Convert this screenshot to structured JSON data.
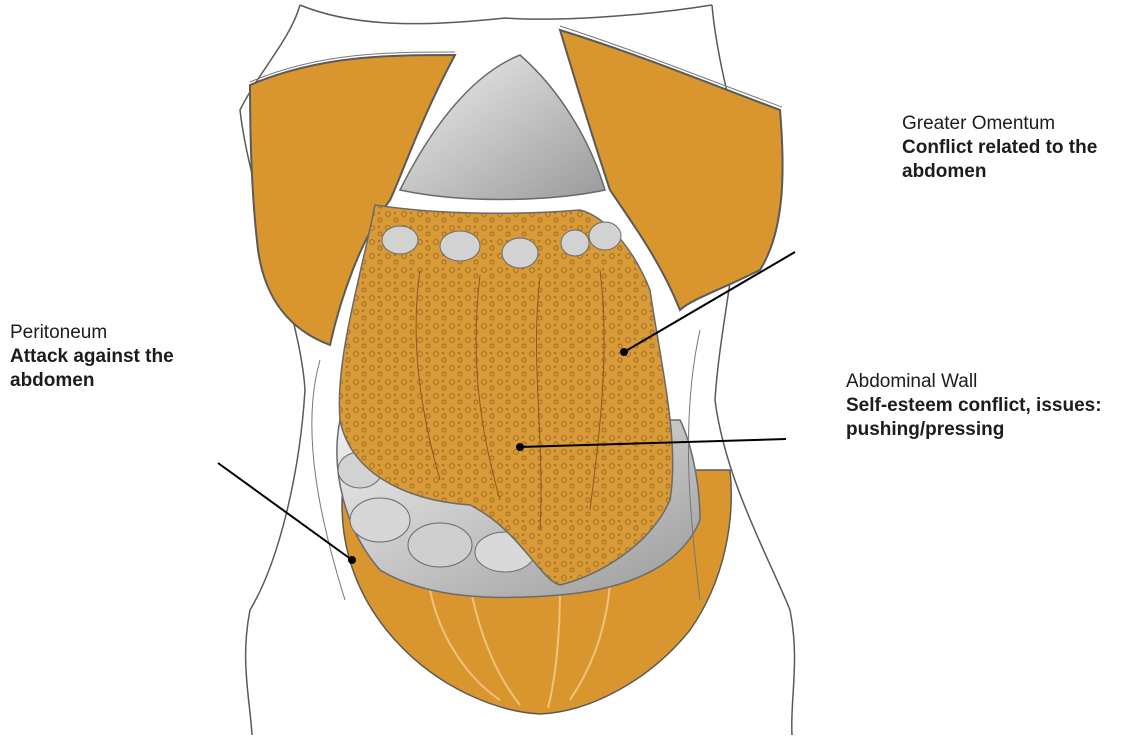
{
  "illustration": {
    "subject": "abdomen-anatomical-illustration",
    "colors": {
      "background": "#ffffff",
      "peritoneum": "#d9962e",
      "peritoneum_dark": "#b8771c",
      "omentum": "#d99a38",
      "organs": "#c9c9c9",
      "organ_shadow": "#8d8d8d",
      "skin_outline": "#555555",
      "leader_line": "#000000"
    }
  },
  "labels": [
    {
      "id": "greater-omentum",
      "name": "Greater Omentum",
      "description": "Conflict related to the abdomen"
    },
    {
      "id": "peritoneum",
      "name": "Peritoneum",
      "description": "Attack against the abdomen"
    },
    {
      "id": "abdominal-wall",
      "name": "Abdominal Wall",
      "description": "Self-esteem conflict, issues: pushing/pressing"
    }
  ]
}
